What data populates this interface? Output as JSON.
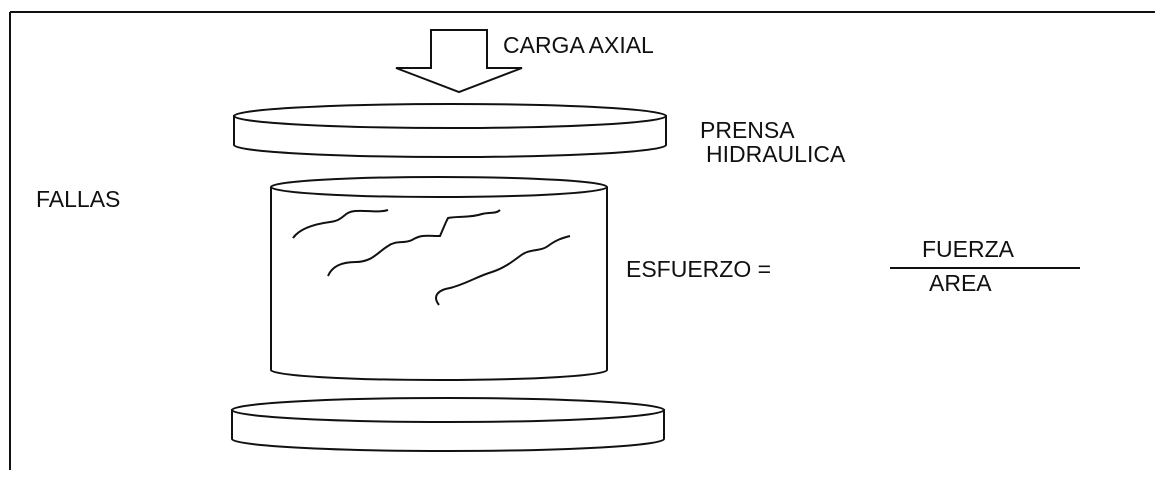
{
  "labels": {
    "load": "CARGA AXIAL",
    "press_line1": "PRENSA",
    "press_line2": "HIDRAULICA",
    "failures": "FALLAS",
    "stress": "ESFUERZO =",
    "numerator": "FUERZA",
    "denominator": "AREA"
  }
}
